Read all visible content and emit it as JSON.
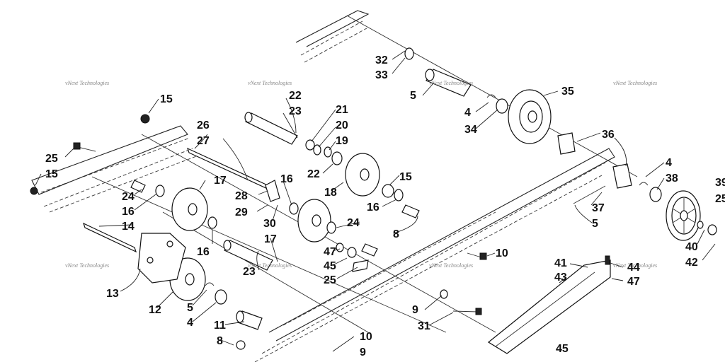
{
  "watermark": "vNext Technologies",
  "callouts": [
    "15",
    "26",
    "27",
    "25",
    "15",
    "24",
    "16",
    "14",
    "13",
    "12",
    "5",
    "4",
    "11",
    "8",
    "10",
    "9",
    "17",
    "16",
    "22",
    "23",
    "28",
    "29",
    "30",
    "16",
    "21",
    "20",
    "19",
    "22",
    "23",
    "17",
    "18",
    "15",
    "16",
    "24",
    "8",
    "47",
    "45",
    "25",
    "10",
    "9",
    "31",
    "32",
    "33",
    "5",
    "4",
    "34",
    "35",
    "36",
    "37",
    "5",
    "4",
    "38",
    "39",
    "25",
    "40",
    "42",
    "41",
    "43",
    "44",
    "47",
    "45"
  ]
}
